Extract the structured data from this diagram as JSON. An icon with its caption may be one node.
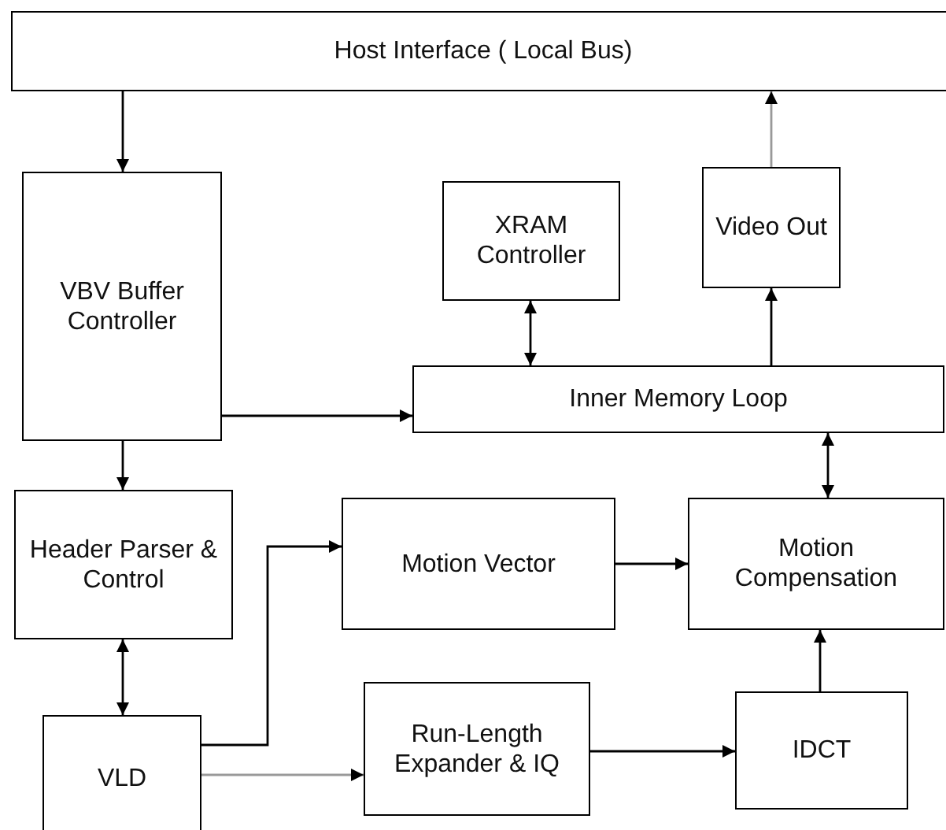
{
  "diagram": {
    "nodes": [
      {
        "text": [
          "Host Interface ( Local Bus)"
        ]
      },
      {
        "text": [
          "VBV Buffer Controller"
        ]
      },
      {
        "text": [
          "XRAM Controller"
        ]
      },
      {
        "text": [
          "Video Out"
        ]
      },
      {
        "text": [
          "Inner Memory Loop"
        ]
      },
      {
        "text": [
          "Header Parser & Control"
        ]
      },
      {
        "text": [
          "Motion Vector"
        ]
      },
      {
        "text": [
          "Motion Compensation"
        ]
      },
      {
        "text": [
          "Run-Length Expander & IQ"
        ]
      },
      {
        "text": [
          "IDCT"
        ]
      },
      {
        "text": [
          "VLD"
        ]
      }
    ],
    "edges": [
      {
        "from": 0,
        "to": 1,
        "arrow": "to"
      },
      {
        "from": 3,
        "to": 0,
        "arrow": "to",
        "color": "#999999"
      },
      {
        "from": 2,
        "to": 4,
        "arrow": "both"
      },
      {
        "from": 4,
        "to": 3,
        "arrow": "to"
      },
      {
        "from": 1,
        "to": 4,
        "arrow": "to"
      },
      {
        "from": 1,
        "to": 5,
        "arrow": "to"
      },
      {
        "from": 4,
        "to": 7,
        "arrow": "both"
      },
      {
        "from": 5,
        "to": 10,
        "arrow": "both"
      },
      {
        "from": 10,
        "to": 6,
        "arrow": "to"
      },
      {
        "from": 6,
        "to": 7,
        "arrow": "to"
      },
      {
        "from": 10,
        "to": 8,
        "arrow": "to",
        "color": "#999999"
      },
      {
        "from": 8,
        "to": 9,
        "arrow": "to"
      },
      {
        "from": 9,
        "to": 7,
        "arrow": "to"
      }
    ]
  }
}
